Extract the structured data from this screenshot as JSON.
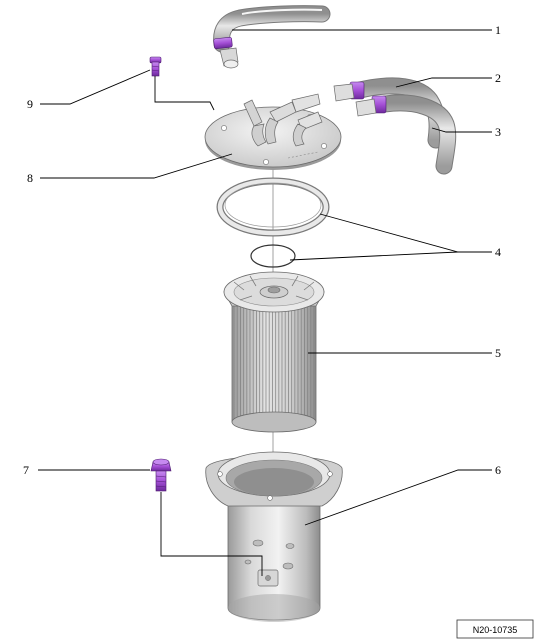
{
  "callouts": [
    {
      "number": "1"
    },
    {
      "number": "2"
    },
    {
      "number": "3"
    },
    {
      "number": "4"
    },
    {
      "number": "5"
    },
    {
      "number": "6"
    },
    {
      "number": "7"
    },
    {
      "number": "8"
    },
    {
      "number": "9"
    }
  ],
  "reference_code": "N20-10735",
  "colors": {
    "metal_light": "#e6e6e6",
    "metal_mid": "#bdbdbd",
    "metal_dark": "#8a8a8a",
    "clip_purple": "#a44fd6",
    "outline": "#6b6b6b"
  }
}
